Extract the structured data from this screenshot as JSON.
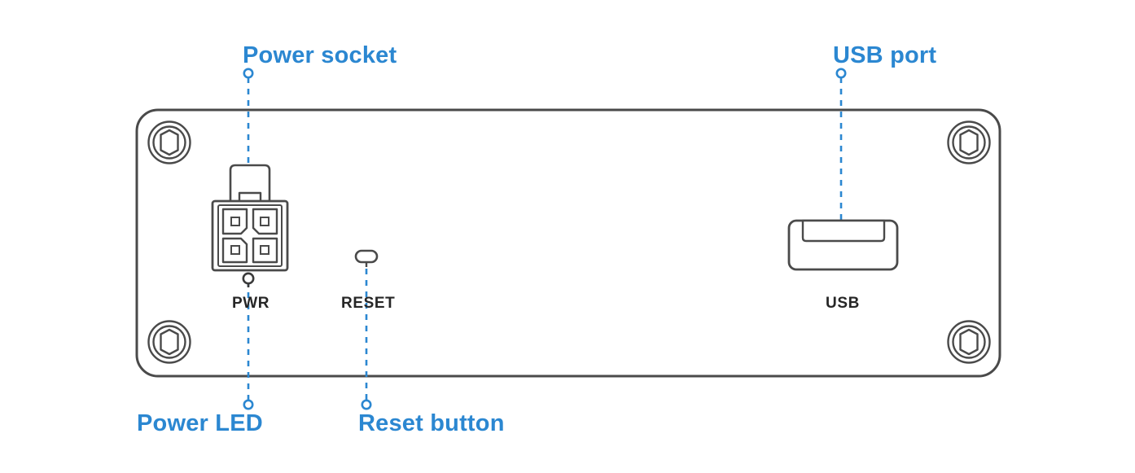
{
  "diagram": {
    "title": "Device rear panel connector diagram",
    "type": "line-art technical illustration",
    "colors": {
      "callout": "#2b87d1",
      "outline": "#4a4a4a",
      "silkscreen": "#262626",
      "background": "#ffffff"
    }
  },
  "callouts": [
    {
      "id": "power-socket",
      "label": "Power socket",
      "position": "top-left",
      "marker": "open-circle",
      "leader": "dashed-vertical"
    },
    {
      "id": "usb-port",
      "label": "USB port",
      "position": "top-right",
      "marker": "open-circle",
      "leader": "dashed-vertical"
    },
    {
      "id": "power-led",
      "label": "Power LED",
      "position": "bottom-left",
      "marker": "open-circle",
      "leader": "dashed-vertical"
    },
    {
      "id": "reset-button",
      "label": "Reset button",
      "position": "bottom-center",
      "marker": "open-circle",
      "leader": "dashed-vertical"
    }
  ],
  "silkscreen_labels": [
    {
      "id": "pwr",
      "label": "PWR"
    },
    {
      "id": "reset",
      "label": "RESET"
    },
    {
      "id": "usb",
      "label": "USB"
    }
  ],
  "components": [
    {
      "id": "power-connector",
      "name": "4-pin power connector",
      "pins": 4,
      "layout": "2x2"
    },
    {
      "id": "power-led-indicator",
      "name": "Power LED indicator"
    },
    {
      "id": "reset-switch",
      "name": "Recessed reset button"
    },
    {
      "id": "usb-connector",
      "name": "USB type-A port"
    },
    {
      "id": "screw-top-left",
      "name": "Hex socket screw"
    },
    {
      "id": "screw-top-right",
      "name": "Hex socket screw"
    },
    {
      "id": "screw-bottom-left",
      "name": "Hex socket screw"
    },
    {
      "id": "screw-bottom-right",
      "name": "Hex socket screw"
    }
  ]
}
